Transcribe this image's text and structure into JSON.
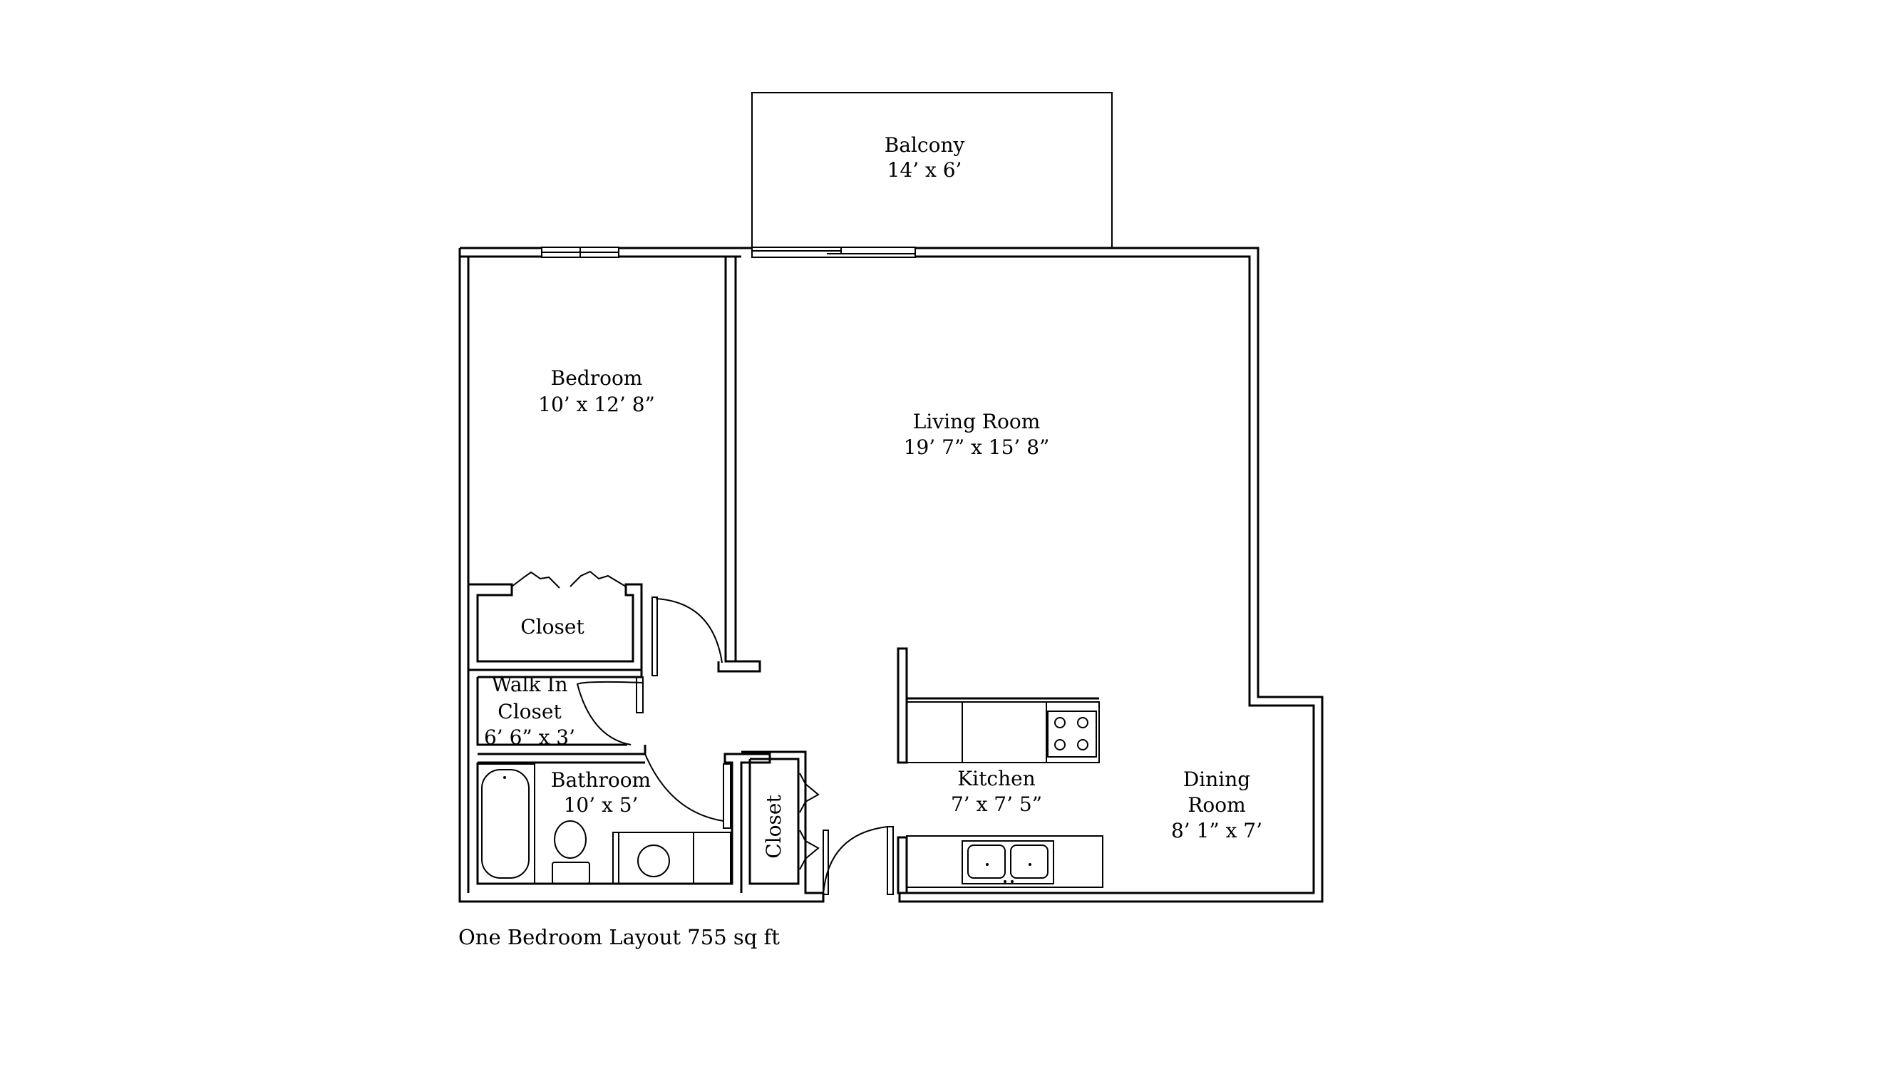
{
  "rooms": {
    "balcony": {
      "name": "Balcony",
      "size": "14’ x 6’"
    },
    "bedroom": {
      "name": "Bedroom",
      "size": "10’ x 12’ 8”"
    },
    "living_room": {
      "name": "Living Room",
      "size": "19’ 7” x 15’ 8”"
    },
    "bedroom_closet": {
      "name": "Closet"
    },
    "walk_in_closet": {
      "name_line1": "Walk In",
      "name_line2": "Closet",
      "size": "6’ 6” x 3’"
    },
    "bathroom": {
      "name": "Bathroom",
      "size": "10’ x 5’"
    },
    "hall_closet": {
      "name": "Closet"
    },
    "kitchen": {
      "name": "Kitchen",
      "size": "7’ x 7’ 5”"
    },
    "dining_room": {
      "name_line1": "Dining",
      "name_line2": "Room",
      "size": "8’ 1” x 7’"
    }
  },
  "caption": "One Bedroom Layout 755 sq ft"
}
